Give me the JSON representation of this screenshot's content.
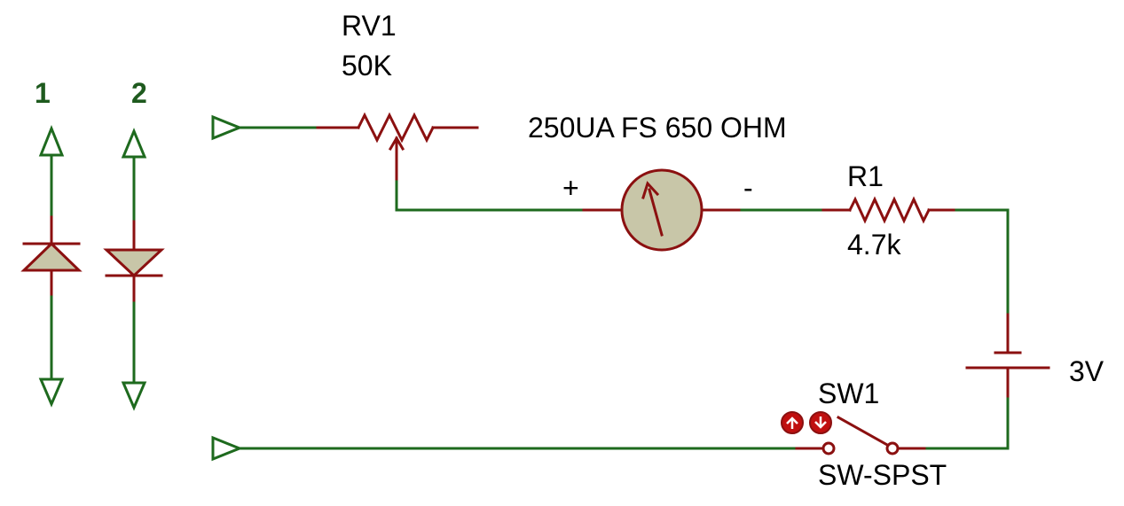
{
  "colors": {
    "wire": "#1e6a1e",
    "component": "#8b1010",
    "fill": "#c8c6a8",
    "label_green": "#1e5a1e",
    "label": "#000000",
    "button_red": "#c01010"
  },
  "labels": {
    "rv1_ref": "RV1",
    "rv1_value": "50K",
    "meter_value": "250UA FS 650 OHM",
    "meter_plus": "+",
    "meter_minus": "-",
    "r1_ref": "R1",
    "r1_value": "4.7k",
    "battery_value": "3V",
    "sw1_ref": "SW1",
    "sw1_type": "SW-SPST",
    "diode1_num": "1",
    "diode2_num": "2"
  },
  "icons": {
    "terminal": "triangle-terminal-icon",
    "potentiometer": "potentiometer-icon",
    "ammeter": "analog-meter-icon",
    "resistor": "resistor-icon",
    "battery": "battery-icon",
    "switch": "spst-switch-icon",
    "diode": "diode-icon",
    "switch_buttons": [
      "arrow-up-button-icon",
      "arrow-down-button-icon"
    ]
  }
}
